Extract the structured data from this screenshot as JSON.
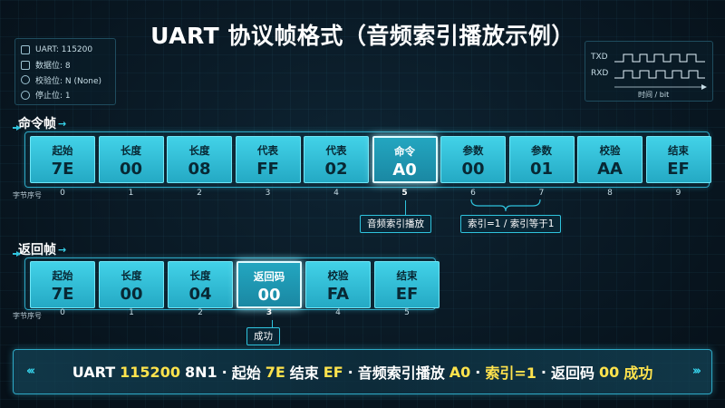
{
  "title": "UART 协议帧格式（音频索引播放示例）",
  "params": [
    {
      "icon": "waveform-icon",
      "text": "UART: 115200"
    },
    {
      "icon": "data-bits-icon",
      "text": "数据位: 8"
    },
    {
      "icon": "parity-icon",
      "text": "校验位: N (None)"
    },
    {
      "icon": "stop-bit-icon",
      "text": "停止位: 1"
    }
  ],
  "signal": {
    "txd": "TXD",
    "rxd": "RXD",
    "axis": "时间 / bit"
  },
  "command_frame": {
    "heading": "命令帧",
    "byte_index_label": "字节序号",
    "cells": [
      {
        "label": "起始",
        "value": "7E",
        "index": "0"
      },
      {
        "label": "长度",
        "value": "00",
        "index": "1"
      },
      {
        "label": "长度",
        "value": "08",
        "index": "2"
      },
      {
        "label": "代表",
        "value": "FF",
        "index": "3"
      },
      {
        "label": "代表",
        "value": "02",
        "index": "4"
      },
      {
        "label": "命令",
        "value": "A0",
        "index": "5"
      },
      {
        "label": "参数",
        "value": "00",
        "index": "6"
      },
      {
        "label": "参数",
        "value": "01",
        "index": "7"
      },
      {
        "label": "校验",
        "value": "AA",
        "index": "8"
      },
      {
        "label": "结束",
        "value": "EF",
        "index": "9"
      }
    ],
    "note_command": "音频索引播放",
    "note_params": "索引=1 / 索引等于1"
  },
  "response_frame": {
    "heading": "返回帧",
    "byte_index_label": "字节序号",
    "cells": [
      {
        "label": "起始",
        "value": "7E",
        "index": "0"
      },
      {
        "label": "长度",
        "value": "00",
        "index": "1"
      },
      {
        "label": "长度",
        "value": "04",
        "index": "2"
      },
      {
        "label": "返回码",
        "value": "00",
        "index": "3"
      },
      {
        "label": "校验",
        "value": "FA",
        "index": "4"
      },
      {
        "label": "结束",
        "value": "EF",
        "index": "5"
      }
    ],
    "note_return": "成功"
  },
  "summary": {
    "uart": "UART",
    "baud": "115200",
    "mode": "8N1",
    "dot": "·",
    "start_label": "起始",
    "start_value": "7E",
    "end_label": "结束",
    "end_value": "EF",
    "cmd_label": "音频索引播放",
    "cmd_value": "A0",
    "index_text": "索引=1",
    "return_label": "返回码",
    "return_value": "00",
    "success": "成功"
  },
  "colors": {
    "accent": "#2fc3dd",
    "cell": "#42d2e8",
    "highlight_text": "#ffe34d",
    "background": "#08151f"
  }
}
